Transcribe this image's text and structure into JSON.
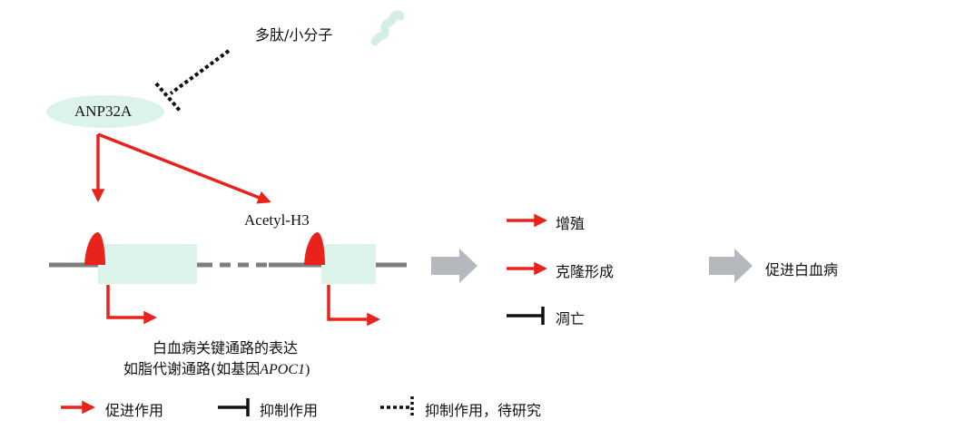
{
  "top": {
    "peptide_label": "多肽/小分子",
    "protein_label": "ANP32A",
    "histone_label": "Acetyl-H3"
  },
  "expression": {
    "line1": "白血病关键通路的表达",
    "line2_prefix": "如脂代谢通路(如基因",
    "line2_gene": "APOC1",
    "line2_suffix": ")"
  },
  "outcomes": {
    "proliferation": "增殖",
    "colony": "克隆形成",
    "apoptosis": "凋亡",
    "final": "促进白血病"
  },
  "legend": {
    "promote": "促进作用",
    "inhibit": "抑制作用",
    "inhibit_tbd": "抑制作用，待研究"
  },
  "colors": {
    "promote_red": "#e8231b",
    "box_mint": "#dcf3ea",
    "gray": "#7e7e7e",
    "arrow_gray": "#b5b9bd",
    "black": "#111111"
  }
}
